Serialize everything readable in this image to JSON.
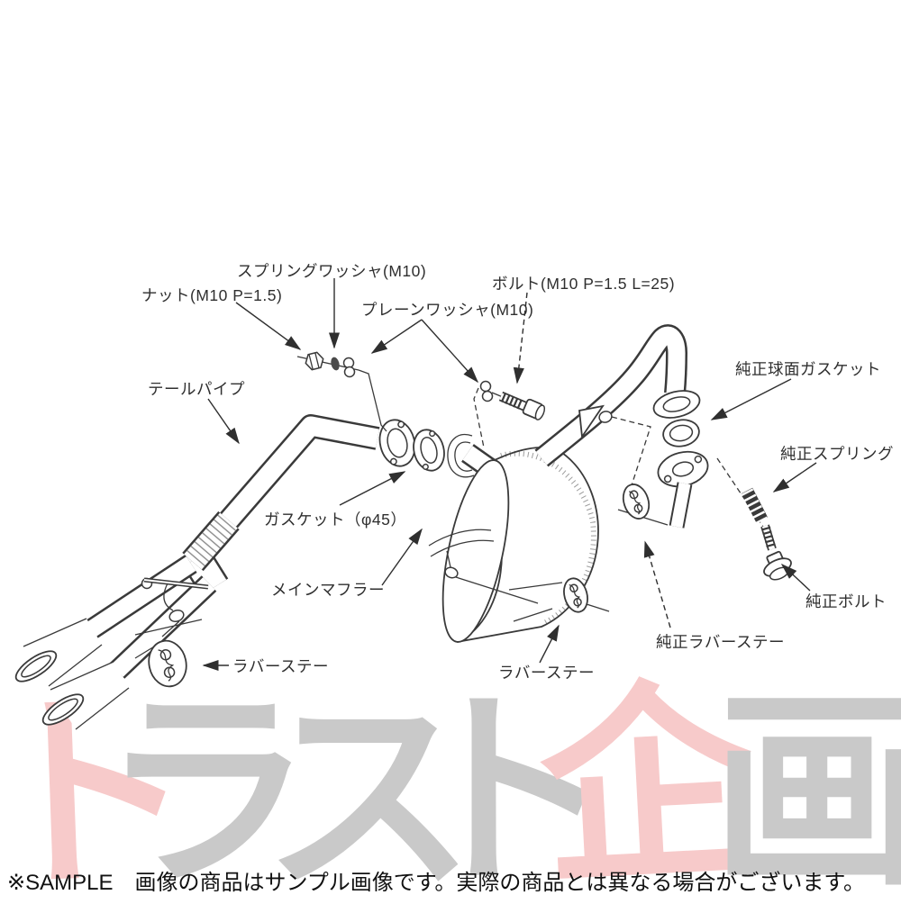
{
  "page": {
    "background_color": "#ffffff"
  },
  "diagram": {
    "type": "exhaust-system-parts-diagram",
    "line_color": "#3a3a3a",
    "labels": {
      "spring_washer": "スプリングワッシャ(M10)",
      "nut": "ナット(M10 P=1.5)",
      "bolt": "ボルト(M10 P=1.5 L=25)",
      "plain_washer": "プレーンワッシャ(M10)",
      "oem_spherical_gasket": "純正球面ガスケット",
      "tail_pipe": "テールパイプ",
      "oem_spring": "純正スプリング",
      "gasket_phi45": "ガスケット（φ45）",
      "main_muffler": "メインマフラー",
      "oem_bolt": "純正ボルト",
      "rubber_stay_left": "ラバーステー",
      "rubber_stay_bottom": "ラバーステー",
      "oem_rubber_stay": "純正ラバーステー"
    }
  },
  "watermark": {
    "text": "トラスト企画",
    "pink": "#f7caca",
    "gray": "#c9c9c9",
    "chars": [
      {
        "char": "ト",
        "color": "#f7caca"
      },
      {
        "char": "ラ",
        "color": "#c9c9c9"
      },
      {
        "char": "ス",
        "color": "#c9c9c9"
      },
      {
        "char": "ト",
        "color": "#c9c9c9"
      },
      {
        "char": "企",
        "color": "#f7caca"
      },
      {
        "char": "画",
        "color": "#c9c9c9"
      }
    ]
  },
  "footer": {
    "disclaimer": "※SAMPLE　画像の商品はサンプル画像です。実際の商品とは異なる場合がございます。"
  }
}
